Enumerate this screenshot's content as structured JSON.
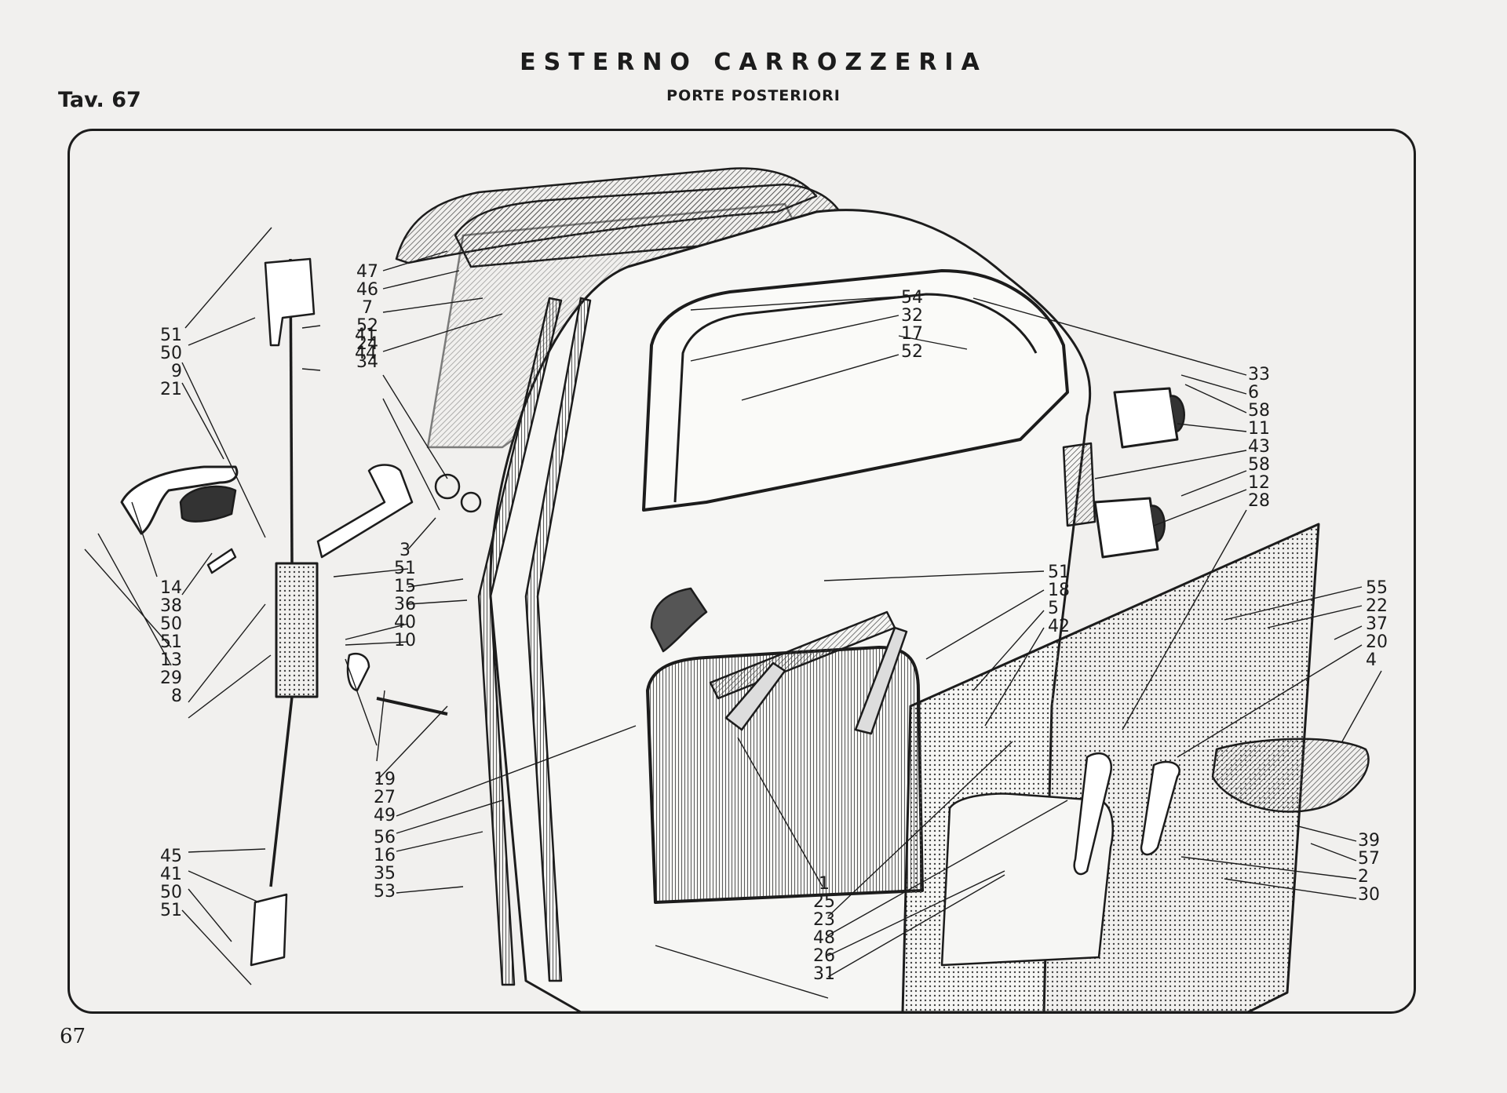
{
  "header": {
    "title": "ESTERNO CARROZZERIA",
    "subtitle": "PORTE POSTERIORI",
    "plate": "Tav. 67"
  },
  "footer": {
    "page_number": "67"
  },
  "callouts": {
    "lock_rod_upper": "51\n50\n9\n21",
    "lock_rod_lower": "14\n38\n50\n51\n13\n29\n8",
    "lock_rod_bottom": "45\n41\n50\n51",
    "mid_upper": "47\n46\n7\n52\n24\n34",
    "rod_side": "41\n44",
    "mid_lower": "3\n51\n15\n36\n40\n10",
    "handle_group": "19\n27\n49",
    "frame_group": "56\n16\n35\n53",
    "window_group": "54\n32\n17\n52",
    "bottom_center": "1\n25\n23\n48\n26\n31",
    "center_right": "51\n18\n5\n42",
    "hinge_group": "33\n6\n58\n11\n43\n58\n12\n28",
    "panel_group": "55\n22\n37\n20\n4",
    "armrest_group": "39\n57\n2\n30"
  }
}
